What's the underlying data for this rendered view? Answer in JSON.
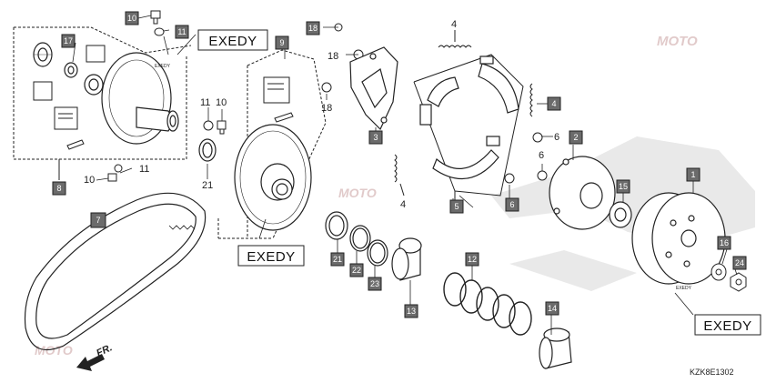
{
  "brand_tags": [
    "EXEDY",
    "EXEDY",
    "EXEDY"
  ],
  "watermark": "MOTO",
  "direction_label": "FR.",
  "diagram_code": "KZK8E1302",
  "callouts_boxed": [
    "10",
    "11",
    "17",
    "9",
    "18",
    "8",
    "7",
    "21",
    "22",
    "23",
    "13",
    "12",
    "14",
    "3",
    "5",
    "6",
    "2",
    "15",
    "4",
    "1",
    "16",
    "24"
  ],
  "callouts_plain": [
    "11",
    "10",
    "10",
    "11",
    "18",
    "18",
    "4",
    "4",
    "6",
    "6",
    "21"
  ],
  "colors": {
    "box_fill": "#6b6b6b",
    "line": "#222222",
    "watermark": "#c9a0a0"
  }
}
